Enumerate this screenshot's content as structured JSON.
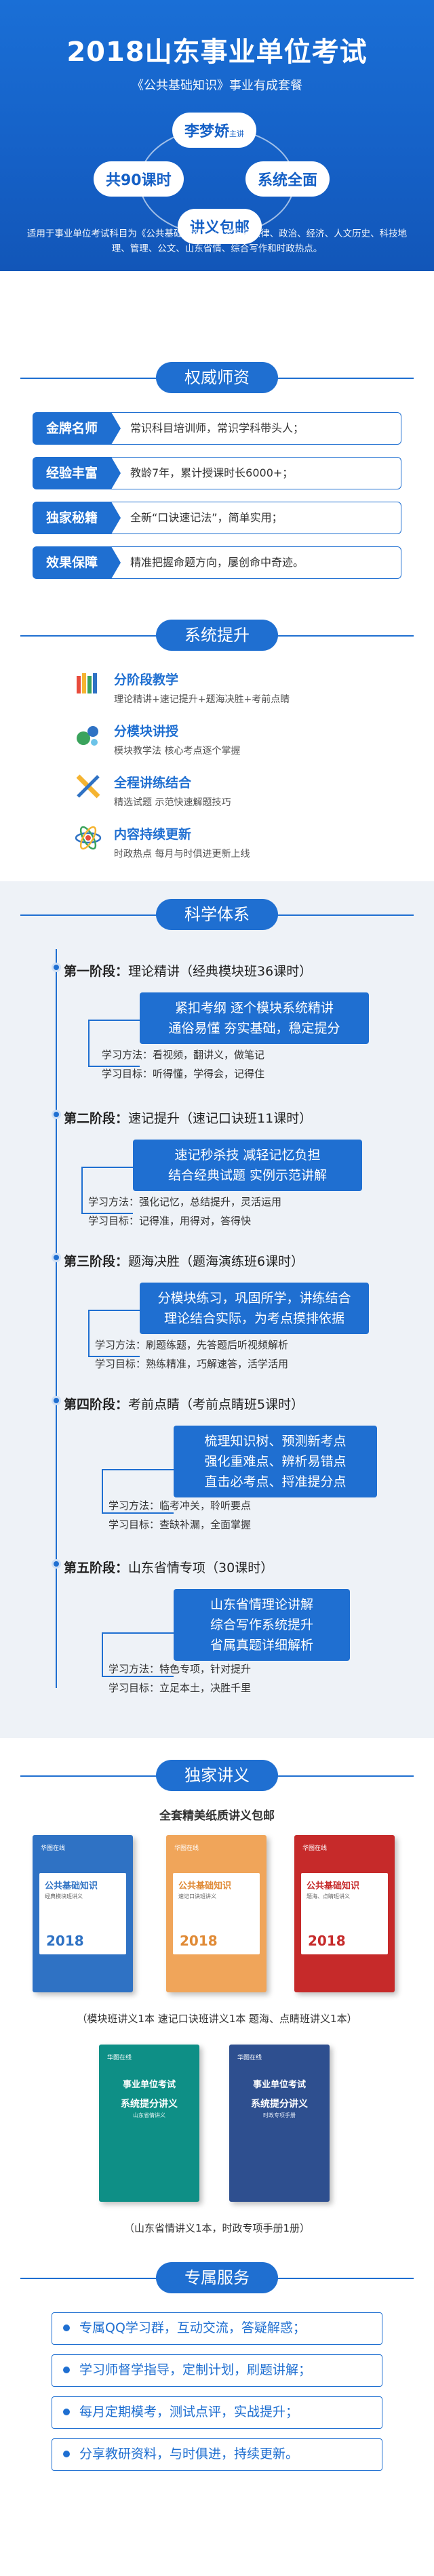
{
  "hero": {
    "title": "2018山东事业单位考试",
    "subtitle": "《公共基础知识》事业有成套餐",
    "teacher": "李梦娇",
    "teacher_suffix": "主讲",
    "hours": "共90课时",
    "system": "系统全面",
    "handout": "讲义包邮",
    "description": "适用于事业单位考试科目为《公共基础知识》，内容包括法律、政治、经济、人文历史、科技地理、管理、公文、山东省情、综合写作和时政热点。"
  },
  "authority": {
    "header": "权威师资",
    "rows": [
      {
        "tag": "金牌名师",
        "text": "常识科目培训师，常识学科带头人；"
      },
      {
        "tag": "经验丰富",
        "text": "教龄7年，累计授课时长6000+；"
      },
      {
        "tag": "独家秘籍",
        "text": "全新“口诀速记法”，简单实用；"
      },
      {
        "tag": "效果保障",
        "text": "精准把握命题方向，屡创命中奇迹。"
      }
    ]
  },
  "system": {
    "header": "系统提升",
    "items": [
      {
        "title": "分阶段教学",
        "desc": "理论精讲+速记提升+题海决胜+考前点睛",
        "icon": "pencils-icon"
      },
      {
        "title": "分模块讲授",
        "desc": "模块教学法  核心考点逐个掌握",
        "icon": "flask-icon"
      },
      {
        "title": "全程讲练结合",
        "desc": "精选试题  示范快速解题技巧",
        "icon": "crossed-tools-icon"
      },
      {
        "title": "内容持续更新",
        "desc": "时政热点   每月与时俱进更新上线",
        "icon": "atom-icon"
      }
    ]
  },
  "science": {
    "header": "科学体系",
    "method_key": "学习方法：",
    "goal_key": "学习目标：",
    "stages": [
      {
        "stage": "第一阶段：",
        "name": "理论精讲（经典模块班36课时）",
        "box": [
          "紧扣考纲  逐个模块系统精讲",
          "通俗易懂  夯实基础，稳定提分"
        ],
        "method": "看视频，翻讲义，做笔记",
        "goal": "听得懂，学得会，记得住"
      },
      {
        "stage": "第二阶段：",
        "name": "速记提升（速记口诀班11课时）",
        "box": [
          "速记秒杀技  减轻记忆负担",
          "结合经典试题  实例示范讲解"
        ],
        "method": "强化记忆，总结提升，灵活运用",
        "goal": "记得准，用得对，答得快"
      },
      {
        "stage": "第三阶段：",
        "name": "题海决胜（题海演练班6课时）",
        "box": [
          "分模块练习，巩固所学，讲练结合",
          "理论结合实际，为考点摸排依据"
        ],
        "method": "刷题练题，先答题后听视频解析",
        "goal": "熟练精准，巧解速答，活学活用"
      },
      {
        "stage": "第四阶段：",
        "name": "考前点睛（考前点睛班5课时）",
        "box": [
          "梳理知识树、预测新考点",
          "强化重难点、辨析易错点",
          "直击必考点、捋准提分点"
        ],
        "method": "临考冲关，聆听要点",
        "goal": "查缺补漏，全面掌握"
      },
      {
        "stage": "第五阶段：",
        "name": "山东省情专项（30课时）",
        "box": [
          "山东省情理论讲解",
          "综合写作系统提升",
          "省属真题详细解析"
        ],
        "method": "特色专项，针对提升",
        "goal": "立足本土，决胜千里"
      }
    ]
  },
  "handouts": {
    "header": "独家讲义",
    "label": "全套精美纸质讲义包邮",
    "books_top": [
      {
        "title": "公共基础知识",
        "sub": "经典模块班讲义",
        "year": "2018",
        "color": "#2f72c4"
      },
      {
        "title": "公共基础知识",
        "sub": "速记口诀班讲义",
        "year": "2018",
        "color": "#f0a55a"
      },
      {
        "title": "公共基础知识",
        "sub": "题海、点睛班讲义",
        "year": "2018",
        "color": "#c62a2a"
      }
    ],
    "caption_top": "（模块班讲义1本   速记口诀班讲义1本   题海、点睛班讲义1本）",
    "books_bottom": [
      {
        "title": "事业单位考试",
        "sub": "系统提分讲义",
        "extra": "山东省情讲义",
        "color": "#0e8f86"
      },
      {
        "title": "事业单位考试",
        "sub": "系统提分讲义",
        "extra": "时政专项手册",
        "color": "#2e4f8f"
      }
    ],
    "caption_bottom": "（山东省情讲义1本，时政专项手册1册）",
    "logo": "华图在线"
  },
  "services": {
    "header": "专属服务",
    "items": [
      "专属QQ学习群，互动交流，答疑解惑；",
      "学习师督学指导，定制计划，刷题讲解；",
      "每月定期模考，测试点评，实战提升；",
      "分享教研资料，与时俱进，持续更新。"
    ]
  },
  "colors": {
    "primary": "#1f6fd1",
    "hero_bg": "#1560c6",
    "science_bg": "#eef2f7"
  }
}
